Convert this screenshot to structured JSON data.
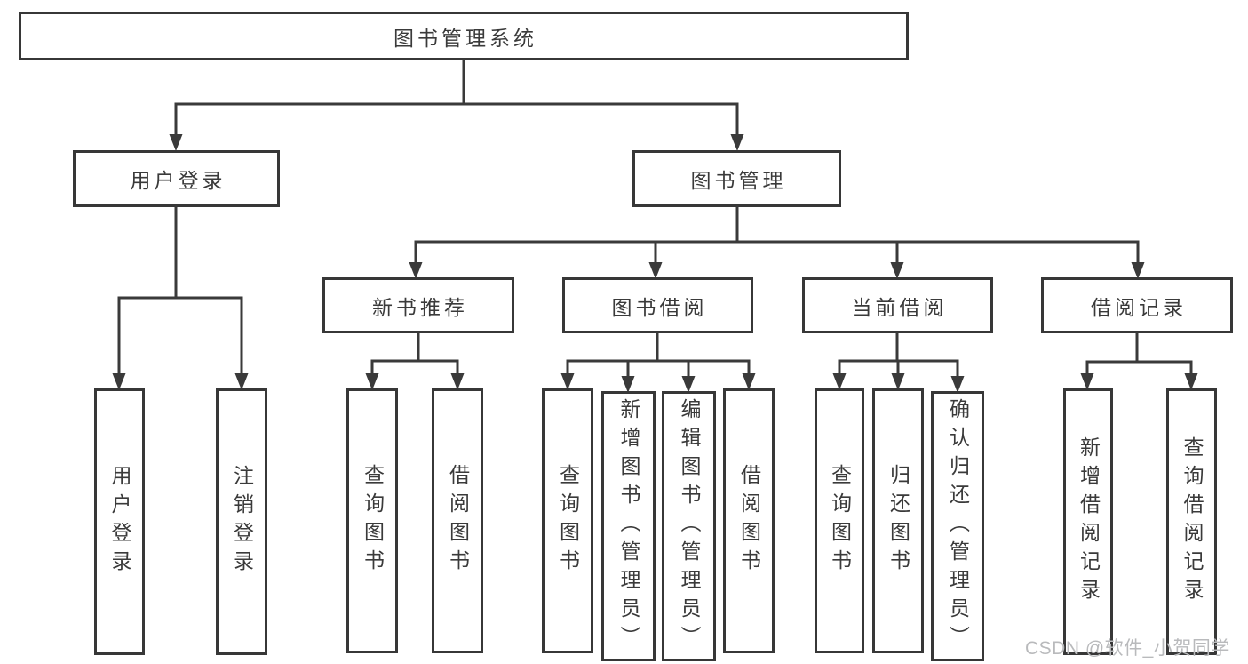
{
  "diagram": {
    "title": "图书管理系统",
    "branches": [
      {
        "label": "用户登录",
        "children": [
          {
            "label": "用户登录"
          },
          {
            "label": "注销登录"
          }
        ]
      },
      {
        "label": "图书管理",
        "children": [
          {
            "label": "新书推荐",
            "children": [
              {
                "label": "查询图书"
              },
              {
                "label": "借阅图书"
              }
            ]
          },
          {
            "label": "图书借阅",
            "children": [
              {
                "label": "查询图书"
              },
              {
                "label": "新增图书（管理员）"
              },
              {
                "label": "编辑图书（管理员）"
              },
              {
                "label": "借阅图书"
              }
            ]
          },
          {
            "label": "当前借阅",
            "children": [
              {
                "label": "查询图书"
              },
              {
                "label": "归还图书"
              },
              {
                "label": "确认归还（管理员）"
              }
            ]
          },
          {
            "label": "借阅记录",
            "children": [
              {
                "label": "新增借阅记录"
              },
              {
                "label": "查询借阅记录"
              }
            ]
          }
        ]
      }
    ]
  },
  "watermark": "CSDN @软件_小贺同学",
  "colors": {
    "line": "#3a3a3a",
    "box_border": "#373737",
    "text": "#3a3a3a",
    "watermark": "#b9babc",
    "background": "#ffffff"
  }
}
